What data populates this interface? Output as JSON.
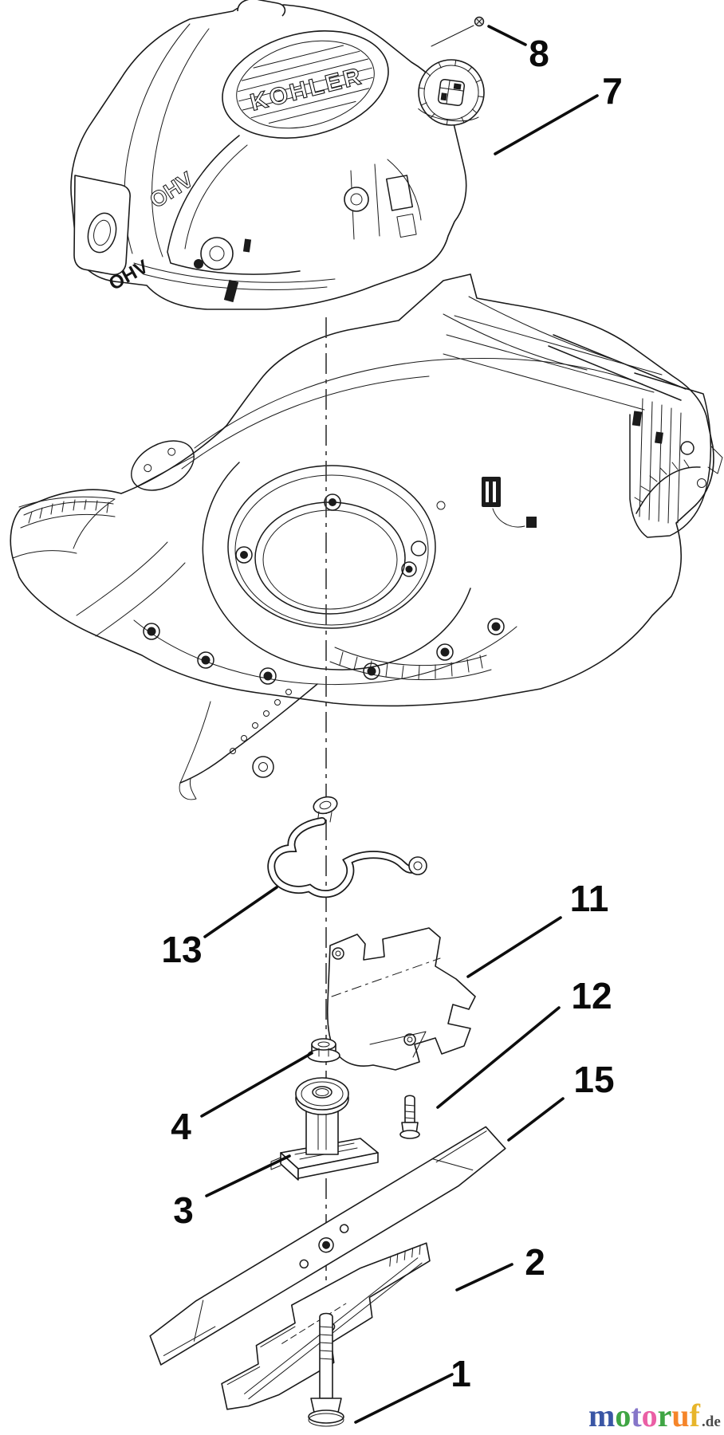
{
  "diagram": {
    "colors": {
      "ink": "#1a1a1a",
      "background": "#ffffff"
    },
    "engine": {
      "brand": "KOHLER",
      "shroud_label": "OHV",
      "side_label": "OHV"
    },
    "callouts": [
      {
        "label": "8"
      },
      {
        "label": "7"
      },
      {
        "label": "13"
      },
      {
        "label": "11"
      },
      {
        "label": "12"
      },
      {
        "label": "4"
      },
      {
        "label": "15"
      },
      {
        "label": "3"
      },
      {
        "label": "2"
      },
      {
        "label": "1"
      }
    ]
  },
  "watermark": {
    "letters": [
      {
        "char": "m",
        "color": "#3a56a5"
      },
      {
        "char": "o",
        "color": "#3fa544"
      },
      {
        "char": "t",
        "color": "#8676c9"
      },
      {
        "char": "o",
        "color": "#ea5fa5"
      },
      {
        "char": "r",
        "color": "#3fa544"
      },
      {
        "char": "u",
        "color": "#f5852a"
      },
      {
        "char": "f",
        "color": "#e7b52b"
      }
    ],
    "suffix": ".de",
    "suffix_color": "#4a4a4a"
  }
}
